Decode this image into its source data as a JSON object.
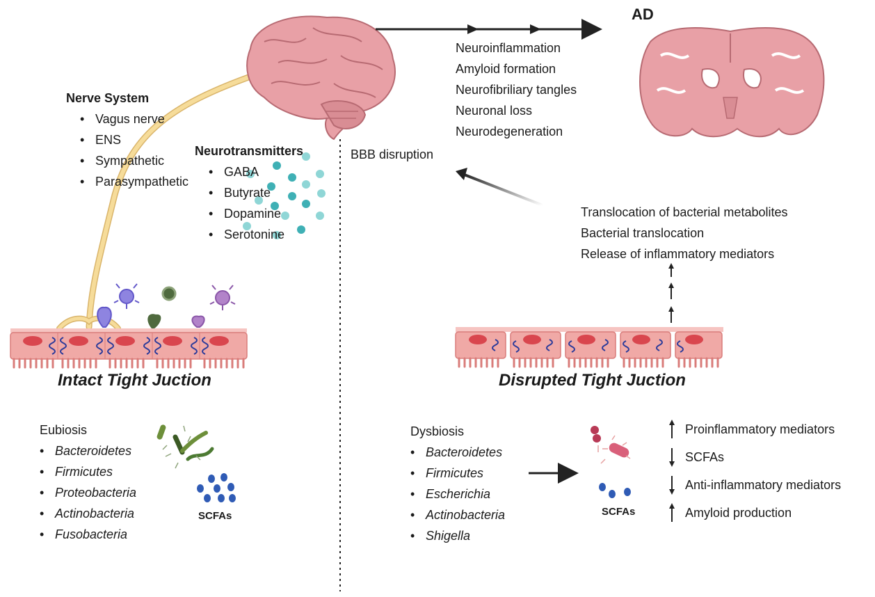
{
  "ad_label": "AD",
  "brain_effects": [
    "Neuroinflammation",
    "Amyloid formation",
    "Neurofibriliary tangles",
    "Neuronal loss",
    "Neurodegeneration"
  ],
  "nerve_system": {
    "title": "Nerve System",
    "items": [
      "Vagus nerve",
      "ENS",
      "Sympathetic",
      "Parasympathetic"
    ]
  },
  "neurotransmitters": {
    "title": "Neurotransmitters",
    "items": [
      "GABA",
      "Butyrate",
      "Dopamine",
      "Serotonine"
    ]
  },
  "bbb_label": "BBB disruption",
  "translocation": [
    "Translocation of bacterial metabolites",
    "Bacterial translocation",
    "Release of inflammatory mediators"
  ],
  "intact_caption": "Intact Tight Juction",
  "disrupted_caption": "Disrupted Tight Juction",
  "eubiosis": {
    "title": "Eubiosis",
    "items": [
      "Bacteroidetes",
      "Firmicutes",
      "Proteobacteria",
      "Actinobacteria",
      "Fusobacteria"
    ]
  },
  "dysbiosis": {
    "title": "Dysbiosis",
    "items": [
      "Bacteroidetes",
      "Firmicutes",
      "Escherichia",
      "Actinobacteria",
      "Shigella"
    ]
  },
  "scfa_label": "SCFAs",
  "dysbiosis_effects": [
    {
      "direction": "up",
      "label": "Proinflammatory mediators"
    },
    {
      "direction": "down",
      "label": "SCFAs"
    },
    {
      "direction": "down",
      "label": "Anti-inflammatory mediators"
    },
    {
      "direction": "up",
      "label": "Amyloid production"
    }
  ],
  "colors": {
    "brain": "#e8a0a6",
    "brain_outline": "#b76a72",
    "tissue": "#f0a9a6",
    "nucleus": "#d9464e",
    "junction": "#2b3a9a",
    "nerve": "#f2d48c",
    "neurotransmitter": "#3fb0b5",
    "scfa": "#2f5bb5"
  }
}
